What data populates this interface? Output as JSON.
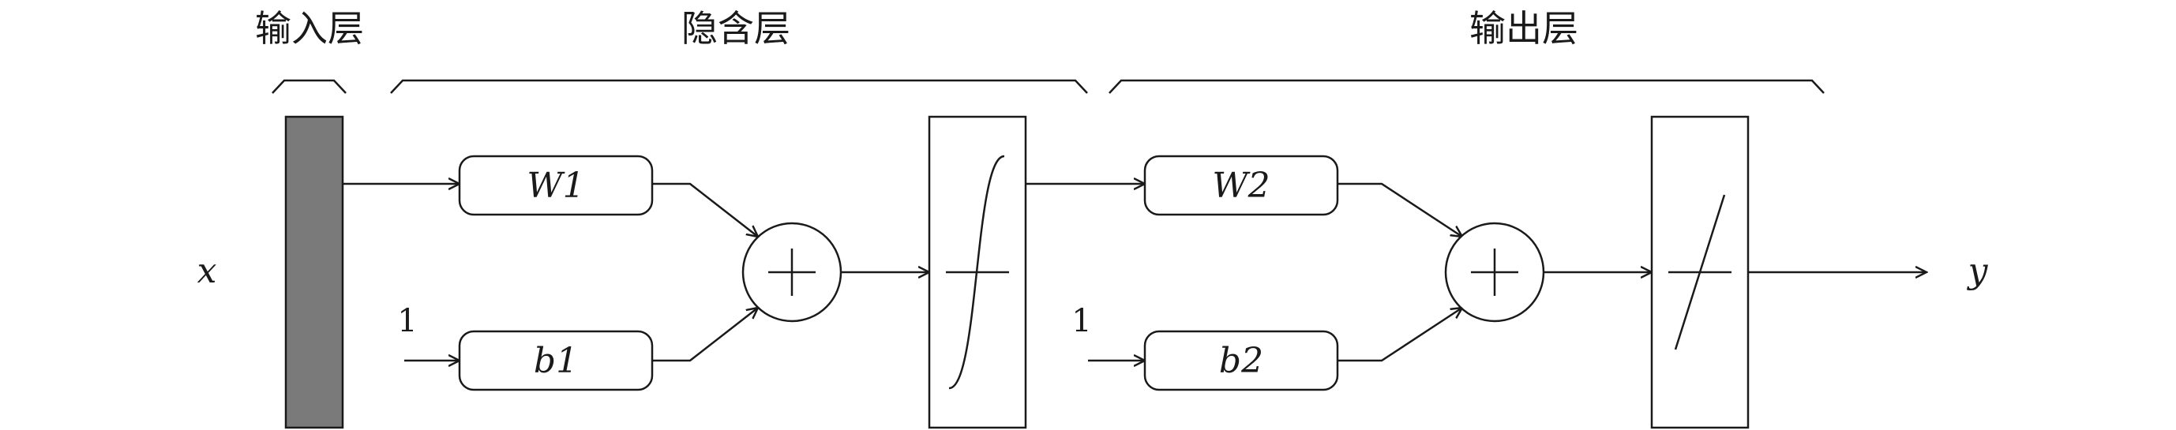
{
  "layers": {
    "input": "输入层",
    "hidden": "隐含层",
    "output": "输出层"
  },
  "signals": {
    "input_var": "x",
    "output_var": "y"
  },
  "hidden": {
    "weight": "W1",
    "bias": "b1",
    "bias_input": "1",
    "transfer": "sigmoid"
  },
  "output": {
    "weight": "W2",
    "bias": "b2",
    "bias_input": "1",
    "transfer": "linear"
  }
}
